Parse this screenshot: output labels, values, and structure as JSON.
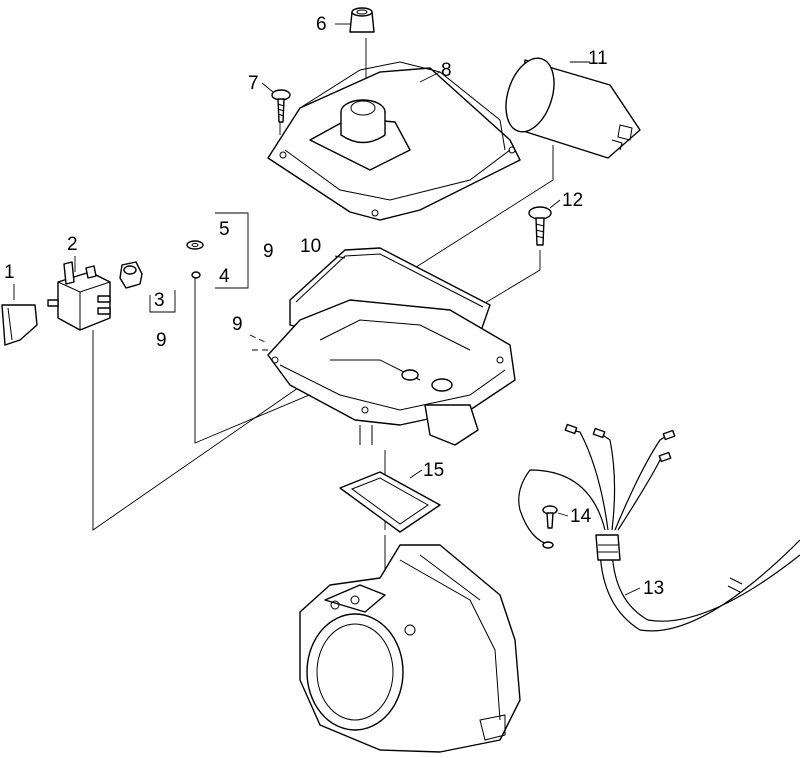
{
  "labels": {
    "p1": "1",
    "p2": "2",
    "p3": "3",
    "p4": "4",
    "p5": "5",
    "p6": "6",
    "p7": "7",
    "p8": "8",
    "p9a": "9",
    "p9b": "9",
    "p9c": "9",
    "p10": "10",
    "p11": "11",
    "p12": "12",
    "p13": "13",
    "p14": "14",
    "p15": "15"
  }
}
